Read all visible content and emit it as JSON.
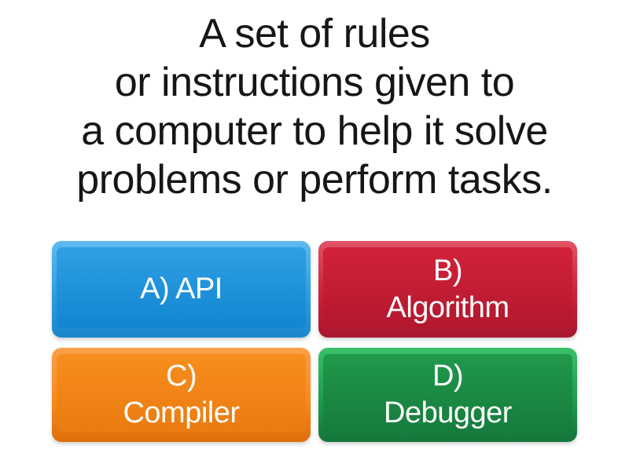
{
  "theme": {
    "background": "#ffffff",
    "question_text_color": "#161616",
    "answer_text_color": "#ffffff"
  },
  "question": {
    "full_text": "A set of rules or instructions given to a computer to help it solve problems or perform tasks.",
    "lines": [
      "A set of rules",
      "or instructions given to",
      "a computer to help it solve",
      "problems or perform tasks."
    ]
  },
  "answers": [
    {
      "id": "A",
      "label": "A) API",
      "color_name": "blue",
      "colors": {
        "rim_top": "#5fbaef",
        "rim_mid": "#2d9de2",
        "rim_bottom": "#1a87cd",
        "face_top": "#2fa0e3",
        "face_bottom": "#1285d3"
      }
    },
    {
      "id": "B",
      "label": "B)\nAlgorithm",
      "color_name": "red",
      "colors": {
        "rim_top": "#e05366",
        "rim_mid": "#cc2038",
        "rim_bottom": "#a81730",
        "face_top": "#d22239",
        "face_bottom": "#b3182f"
      }
    },
    {
      "id": "C",
      "label": "C)\nCompiler",
      "color_name": "orange",
      "colors": {
        "rim_top": "#fba04b",
        "rim_mid": "#f68b1e",
        "rim_bottom": "#dd6f0b",
        "face_top": "#f78e1d",
        "face_bottom": "#ea7b10"
      }
    },
    {
      "id": "D",
      "label": "D)\nDebugger",
      "color_name": "green",
      "colors": {
        "rim_top": "#3bc169",
        "rim_mid": "#1f9b4c",
        "rim_bottom": "#14753a",
        "face_top": "#20994b",
        "face_bottom": "#177c3e"
      }
    }
  ]
}
